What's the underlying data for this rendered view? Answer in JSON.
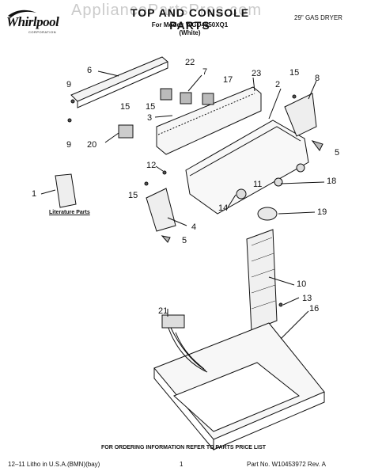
{
  "header": {
    "brand": "Whirlpool",
    "brand_sub": "CORPORATION",
    "title": "TOP AND CONSOLE PARTS",
    "model_line": "For Model: WGD4850XQ1",
    "variant": "(White)",
    "category": "29\" GAS DRYER",
    "watermark": "AppliancePartsPros.com"
  },
  "literature_label": "Literature Parts",
  "callouts": [
    "1",
    "2",
    "3",
    "4",
    "5",
    "5",
    "6",
    "7",
    "8",
    "9",
    "9",
    "10",
    "11",
    "12",
    "13",
    "14",
    "15",
    "15",
    "15",
    "15",
    "16",
    "17",
    "18",
    "19",
    "20",
    "21",
    "22",
    "23"
  ],
  "footer": {
    "note": "FOR ORDERING INFORMATION REFER TO PARTS PRICE LIST",
    "litho": "12–11 Litho in U.S.A.(BMN)(bay)",
    "page": "1",
    "part_no": "Part No. W10453972 Rev. A"
  }
}
